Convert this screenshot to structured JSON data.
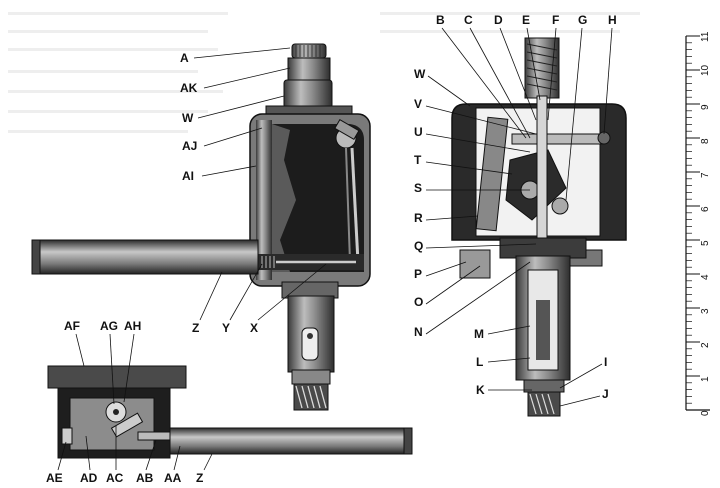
{
  "labels": {
    "A": "A",
    "AK": "AK",
    "W": "W",
    "AJ": "AJ",
    "AI": "AI",
    "Z": "Z",
    "Y": "Y",
    "X": "X",
    "B": "B",
    "C": "C",
    "D": "D",
    "E": "E",
    "F": "F",
    "G": "G",
    "H": "H",
    "V": "V",
    "U": "U",
    "T": "T",
    "S": "S",
    "R": "R",
    "Q": "Q",
    "P": "P",
    "O": "O",
    "N": "N",
    "M": "M",
    "L": "L",
    "K": "K",
    "I": "I",
    "J": "J",
    "AF": "AF",
    "AG": "AG",
    "AH": "AH",
    "AE": "AE",
    "AD": "AD",
    "AC": "AC",
    "AB": "AB",
    "AA": "AA"
  },
  "ruler": {
    "ticks": [
      "0",
      "1",
      "2",
      "3",
      "4",
      "5",
      "6",
      "7",
      "8",
      "9",
      "10",
      "11"
    ]
  },
  "colors": {
    "ink": "#111111",
    "metal": "#6e6e6e",
    "metal_light": "#a9a9a9",
    "dark": "#1a1a1a",
    "paper": "#ffffff",
    "ghost_text": "#d6d6d6"
  }
}
